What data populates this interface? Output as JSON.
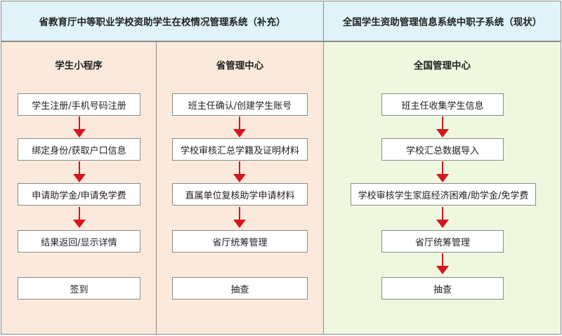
{
  "header": {
    "left_title": "省教育厅中等职业学校资助学生在校情况管理系统（补充）",
    "right_title": "全国学生资助管理信息系统中职子系统（现状）"
  },
  "lanes": [
    {
      "title": "学生小程序",
      "steps": [
        "学生注册/手机号码注册",
        "绑定身份/获取户口信息",
        "申请助学金/申请免学费",
        "结果返回/显示详情",
        "签到"
      ]
    },
    {
      "title": "省管理中心",
      "steps": [
        "班主任确认/创建学生账号",
        "学校审核汇总学籍及证明材料",
        "直属单位复核助学申请材料",
        "省厅统筹管理",
        "抽查"
      ]
    },
    {
      "title": "全国管理中心",
      "steps": [
        "班主任收集学生信息",
        "学校汇总数据导入",
        "学校审核学生家庭经济困难/助学金/免学费",
        "省厅统筹管理",
        "抽查"
      ]
    }
  ],
  "colors": {
    "header_bg": "#dff3f8",
    "province_lane_bg": "#fbeadb",
    "national_lane_bg": "#eff8df",
    "arrow": "#d7141f",
    "border": "#8a8a8a"
  }
}
